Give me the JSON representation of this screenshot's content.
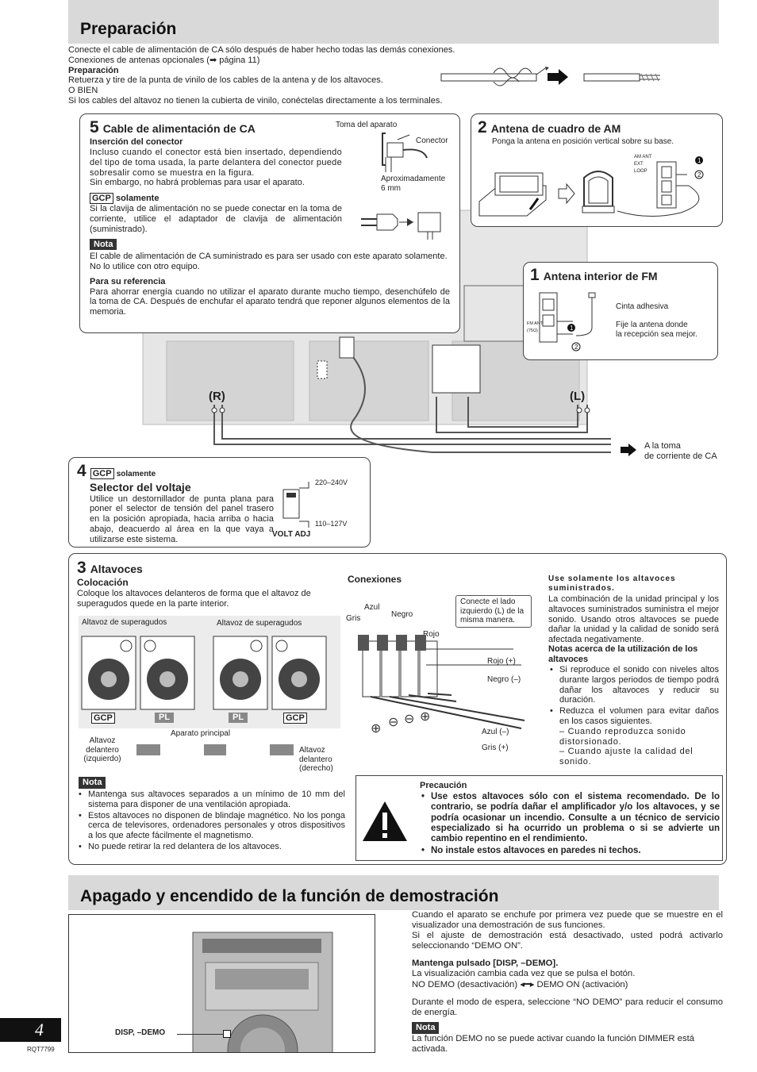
{
  "section1": {
    "title": "Preparación",
    "intro1": "Conecte el cable de alimentación de CA sólo después de haber hecho todas las demás conexiones.",
    "intro2a": "Conexiones de antenas opcionales (",
    "intro2b": " página 11)",
    "prep_head": "Preparación",
    "prep_text": "Retuerza y tire de la punta de vinilo de los cables de la antena y de los altavoces.",
    "prep_or": "O BIEN",
    "prep_text2": "Si los cables del altavoz no tienen la cubierta de vinilo, conéctelas directamente a los terminales."
  },
  "step5": {
    "num": "5",
    "title": "Cable de alimentación de CA",
    "insert_head": "Inserción del conector",
    "insert_text": "Incluso cuando el conector está bien insertado, dependiendo del tipo de toma usada, la parte delantera del conector puede sobresalir como se muestra en la figura.",
    "insert_text2": "Sin embargo, no habrá problemas para usar el aparato.",
    "gcp": "GCP",
    "gcp_only": "solamente",
    "gcp_text": "Si la clavija de alimentación no se puede conectar en la toma de corriente, utilice el adaptador de clavija de alimentación (suministrado).",
    "nota": "Nota",
    "nota_text": "El cable de alimentación de CA suministrado es para ser usado con este aparato solamente. No lo utilice con otro equipo.",
    "ref_head": "Para su referencia",
    "ref_text": "Para ahorrar energía cuando no utilizar el aparato durante mucho tiempo, desenchúfelo de la toma de CA. Después de enchufar el aparato tendrá que reponer algunos elementos de la memoria.",
    "fig_outlet": "Toma del aparato",
    "fig_connector": "Conector",
    "fig_approx": "Aproximadamente",
    "fig_mm": "6 mm"
  },
  "step2": {
    "num": "2",
    "title": "Antena de cuadro de AM",
    "text": "Ponga la antena en posición vertical sobre su base.",
    "term1": "AM ANT",
    "term2": "EXT",
    "term3": "LOOP"
  },
  "step1": {
    "num": "1",
    "title": "Antena interior de FM",
    "tape": "Cinta adhesiva",
    "fix1": "Fije la antena donde",
    "fix2": "la recepción sea mejor.",
    "term1": "FM ANT",
    "term2": "(75Ω)"
  },
  "unit": {
    "r_label": "(R)",
    "l_label": "(L)",
    "to_outlet1": "A la toma",
    "to_outlet2": "de corriente de CA"
  },
  "step4": {
    "num": "4",
    "gcp": "GCP",
    "gcp_only": "solamente",
    "title": "Selector del voltaje",
    "text": "Utilice un destornillador de punta plana para poner el selector de tensión del panel trasero en la posición apropiada, hacia arriba o hacia abajo, deacuerdo al área en la que vaya a utilizarse este sistema.",
    "v_high": "220–240V",
    "v_low": "110–127V",
    "volt_adj": "VOLT ADJ"
  },
  "step3": {
    "num": "3",
    "title": "Altavoces",
    "place_head": "Colocación",
    "place_text": "Coloque los altavoces delanteros de forma que el altavoz de superagudos quede en la parte interior.",
    "tweeter": "Altavoz de superagudos",
    "gcp": "GCP",
    "pl": "PL",
    "front_left1": "Altavoz",
    "front_left2": "delantero",
    "front_left3": "(izquierdo)",
    "main_unit": "Aparato principal",
    "front_right1": "Altavoz",
    "front_right2": "delantero",
    "front_right3": "(derecho)",
    "nota": "Nota",
    "notes": [
      "Mantenga sus altavoces separados a un mínimo de 10 mm del sistema para disponer de una ventilación apropiada.",
      "Estos altavoces no disponen de blindaje magnético. No los ponga cerca de televisores, ordenadores personales y otros dispositivos a los que afecte fácilmente el magnetismo.",
      "No puede retirar la red delantera de los altavoces."
    ],
    "conn_head": "Conexiones",
    "gris": "Gris",
    "azul": "Azul",
    "negro": "Negro",
    "rojo": "Rojo",
    "callout": "Conecte el lado izquierdo (L) de la misma manera.",
    "rojo_plus": "Rojo (+)",
    "negro_minus": "Negro (–)",
    "azul_minus": "Azul (–)",
    "gris_plus": "Gris (+)",
    "use_only": "Use solamente los altavoces suministrados.",
    "use_text": "La combinación de la unidad principal y los altavoces suministrados suministra el mejor sonido. Usando otros altavoces se puede dañar la unidad y la calidad de sonido será afectada negativamente.",
    "notes_head": "Notas acerca de la utilización de los altavoces",
    "note_r1": "Si reproduce el sonido con niveles altos durante largos periodos de tiempo podrá dañar los altavoces y reducir su duración.",
    "note_r2": "Reduzca el volumen para evitar daños en los casos siguientes.",
    "dash1": "– Cuando reproduzca sonido distorsionado.",
    "dash2": "– Cuando ajuste la calidad del sonido.",
    "caution_head": "Precaución",
    "caution1": "Use estos altavoces sólo con el sistema recomendado. De lo contrario, se podría dañar el amplificador y/o los altavoces, y se podría ocasionar un incendio. Consulte a un técnico de servicio especializado si ha ocurrido un problema o si se advierte un cambio repentino en el rendimiento.",
    "caution2": "No instale estos altavoces en paredes ni techos."
  },
  "section2": {
    "title": "Apagado y encendido de la función de demostración",
    "p1": "Cuando el aparato se enchufe por primera vez puede que se muestre en el visualizador una demostración de sus funciones.",
    "p2": "Si el ajuste de demostración está desactivado, usted podrá activarlo seleccionando “DEMO ON”.",
    "hold": "Mantenga pulsado [DISP, –DEMO].",
    "p3": "La visualización cambia cada vez que se pulsa el botón.",
    "nodemo": "NO DEMO (desactivación)",
    "demoon": "DEMO ON (activación)",
    "p4": "Durante el modo de espera, seleccione “NO DEMO” para reducir el consumo de energía.",
    "nota": "Nota",
    "nota_text": "La función DEMO no se puede activar cuando la función DIMMER está activada.",
    "button_label": "DISP, –DEMO"
  },
  "footer": {
    "page": "4",
    "code": "RQT7799"
  }
}
